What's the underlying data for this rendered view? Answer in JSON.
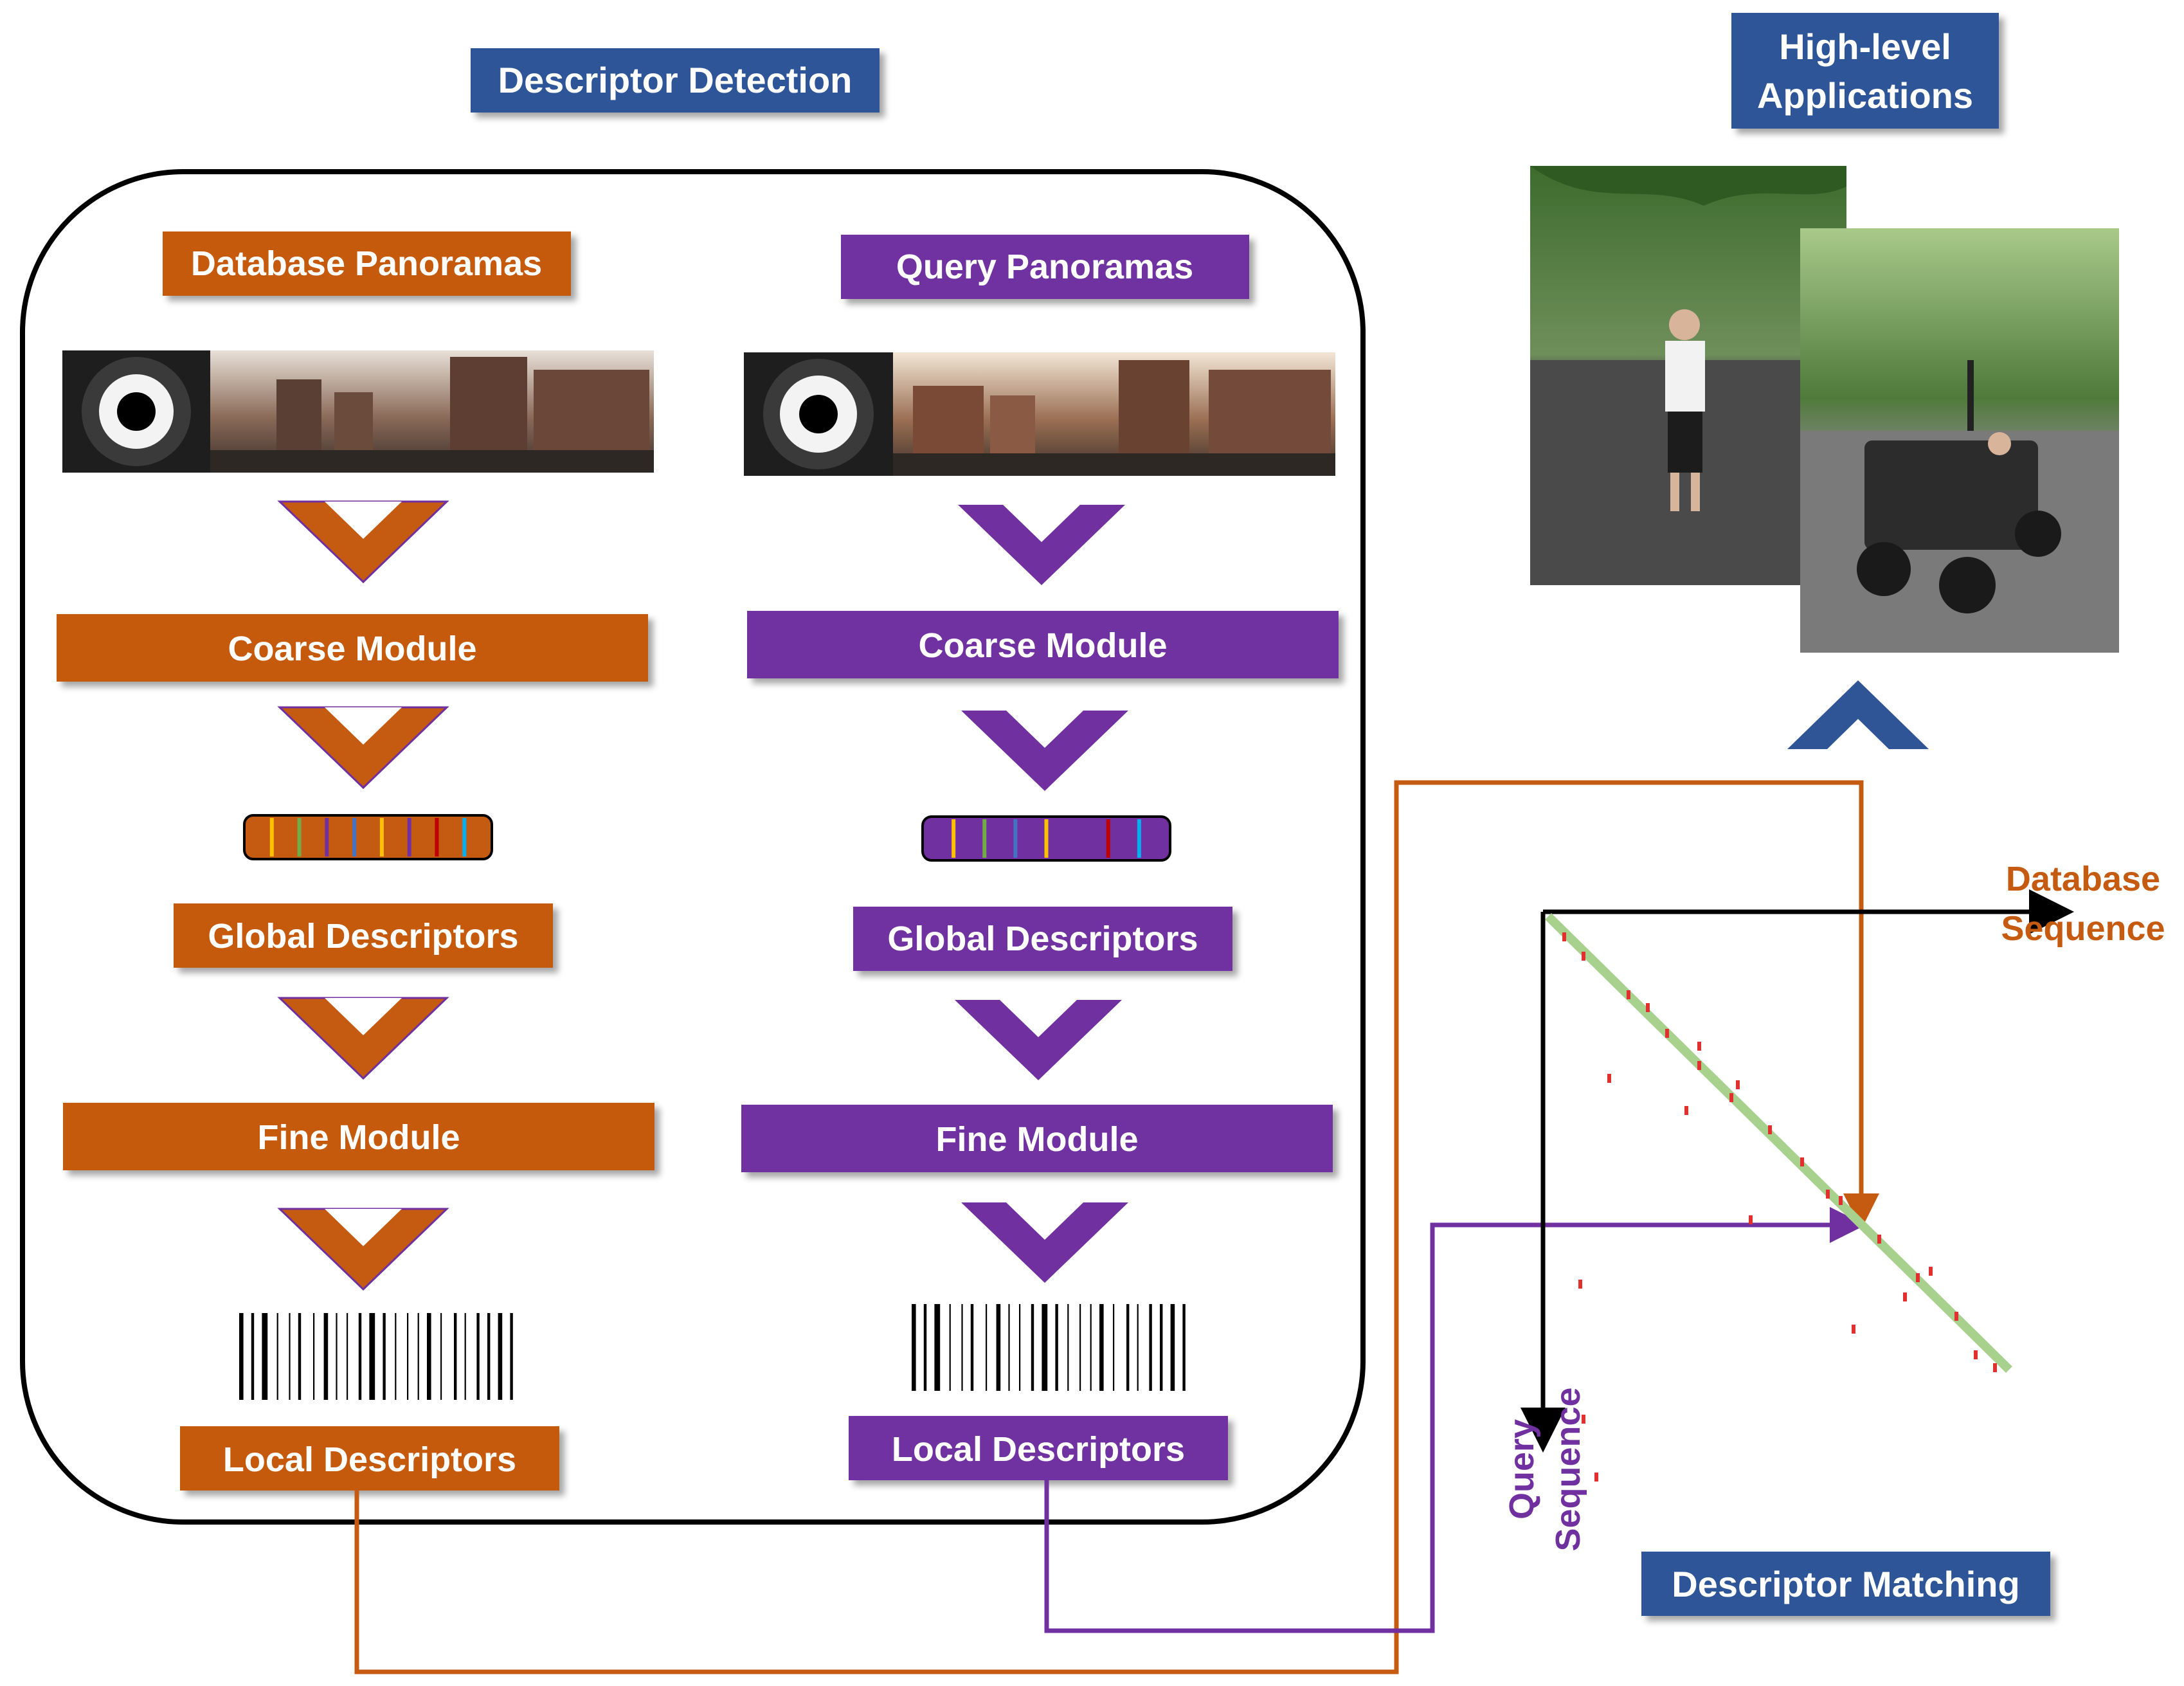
{
  "colors": {
    "database": "#C55A11",
    "query": "#7030A0",
    "header": "#2F5597",
    "frame": "#000000",
    "match_line": "#A9D18E",
    "match_points": "#E03030"
  },
  "header_descriptor_detection": "Descriptor Detection",
  "header_high_level": [
    "High-level",
    "Applications"
  ],
  "header_descriptor_matching": "Descriptor Matching",
  "database_column": {
    "title": "Database Panoramas",
    "coarse": "Coarse Module",
    "global": "Global Descriptors",
    "fine": "Fine Module",
    "local": "Local Descriptors"
  },
  "query_column": {
    "title": "Query Panoramas",
    "coarse": "Coarse Module",
    "global": "Global Descriptors",
    "fine": "Fine Module",
    "local": "Local Descriptors"
  },
  "axis_database": [
    "Database",
    "Sequence"
  ],
  "axis_query": [
    "Query",
    "Sequence"
  ],
  "global_code_colors_db": [
    "#FFC000",
    "#70AD47",
    "#7030A0",
    "#4472C4",
    "#FFC000",
    "#7030A0",
    "#C00000",
    "#00B0F0"
  ],
  "global_code_colors_query": [
    "#FFC000",
    "#70AD47",
    "#4472C4",
    "#FFC000",
    "#7030A0",
    "#C00000",
    "#00B0F0"
  ],
  "icons": [
    "panorama-image",
    "down-chevron-arrow",
    "up-chevron-arrow",
    "barcode-icon",
    "photo-person",
    "photo-vehicle"
  ]
}
